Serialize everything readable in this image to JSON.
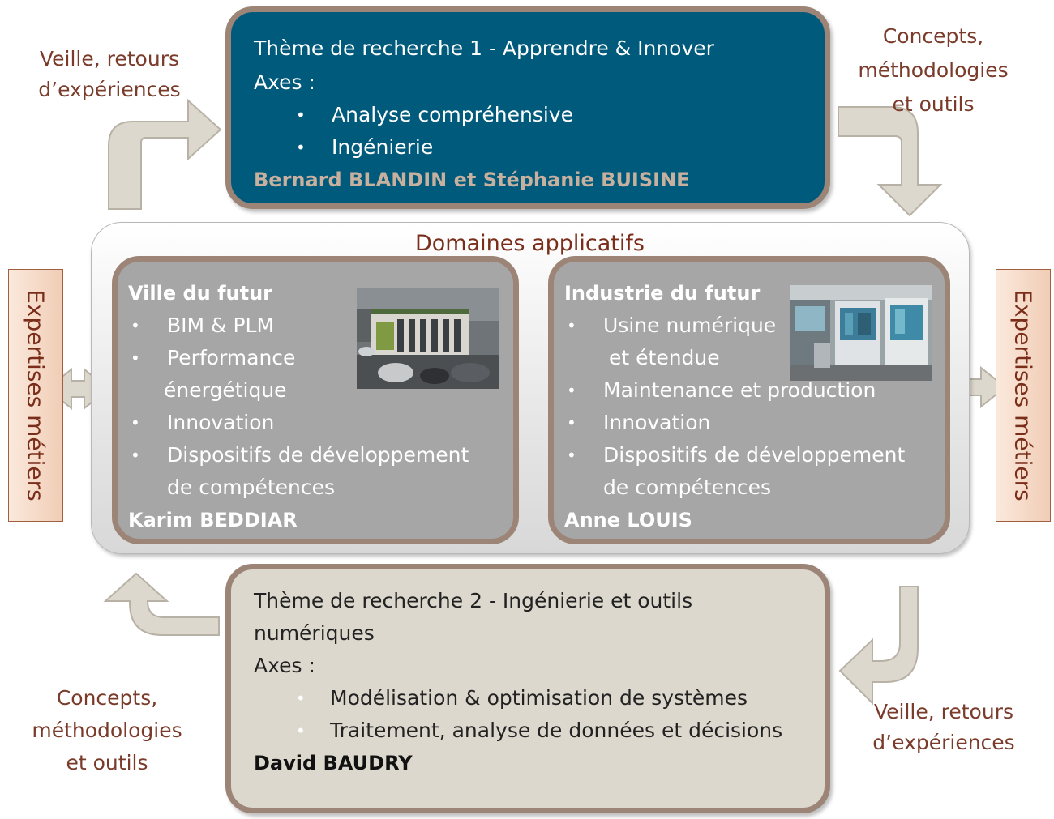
{
  "theme1": {
    "title": "Thème de recherche 1 - Apprendre & Innover",
    "axes_label": "Axes :",
    "axes": [
      "Analyse compréhensive",
      "Ingénierie"
    ],
    "leads": "Bernard BLANDIN et Stéphanie BUISINE"
  },
  "theme2": {
    "title_line1": "Thème de recherche 2 - Ingénierie et outils",
    "title_line2": "numériques",
    "axes_label": "Axes :",
    "axes": [
      "Modélisation & optimisation de systèmes",
      "Traitement, analyse de données et décisions"
    ],
    "leads": "David BAUDRY"
  },
  "domaines": {
    "title": "Domaines applicatifs",
    "ville": {
      "title": "Ville du futur",
      "items": [
        "BIM & PLM",
        "Performance",
        "énergétique",
        "Innovation",
        "Dispositifs de développement",
        "de compétences"
      ],
      "leader": "Karim BEDDIAR"
    },
    "industrie": {
      "title": "Industrie du futur",
      "items": [
        "Usine numérique",
        "et étendue",
        "Maintenance  et production",
        "Innovation",
        "Dispositifs de développement",
        "de compétences"
      ],
      "leader": "Anne LOUIS"
    }
  },
  "side_label": "Expertises métiers",
  "captions": {
    "top_left": [
      "Veille, retours",
      "d’expériences"
    ],
    "top_right": [
      "Concepts,",
      "méthodologies",
      "et outils"
    ],
    "bottom_left": [
      "Concepts,",
      "méthodologies",
      "et outils"
    ],
    "bottom_right": [
      "Veille, retours",
      "d’expériences"
    ]
  },
  "colors": {
    "theme1_fill": "#005a7c",
    "theme1_leads": "#c8b09f",
    "theme2_fill": "#ddd8cd",
    "panel_fill": "#a6a6a6",
    "frame_border": "#9c8577",
    "caption_text": "#7a3b2b",
    "arrow_fill": "#ddd8cd"
  }
}
